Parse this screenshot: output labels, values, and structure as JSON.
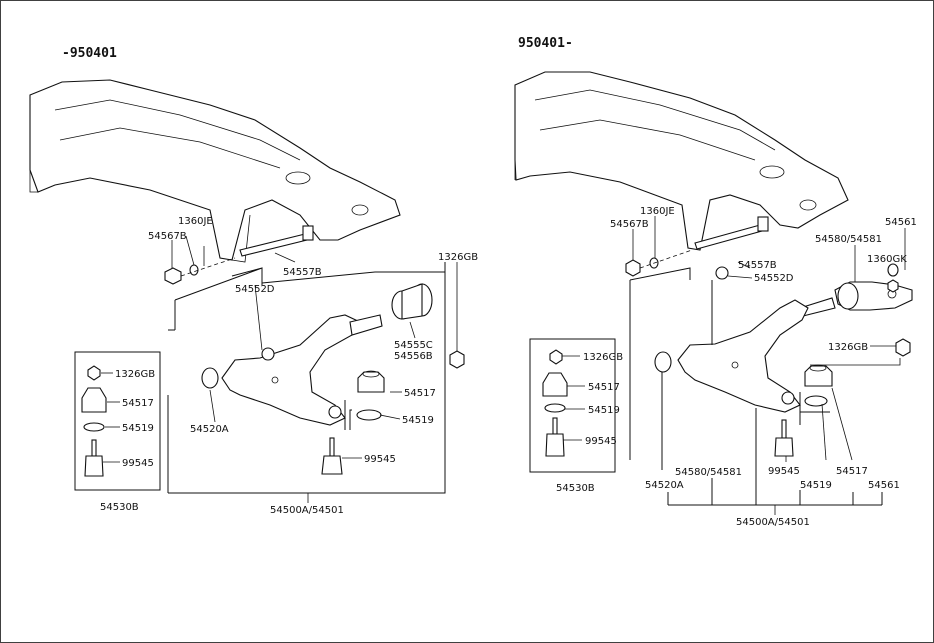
{
  "left": {
    "title": "-950401",
    "labels": {
      "l1360je": "1360JE",
      "l54567b": "54567B",
      "l54557b": "54557B",
      "l54552d": "54552D",
      "l1326gb_top": "1326GB",
      "l1326gb_box": "1326GB",
      "l54517_box": "54517",
      "l54519_box": "54519",
      "l99545_box": "99545",
      "l54530b": "54530B",
      "l54555c": "54555C",
      "l54556b": "54556B",
      "l54517": "54517",
      "l54519": "54519",
      "l54520a": "54520A",
      "l99545": "99545",
      "l54500a": "54500A/54501"
    }
  },
  "right": {
    "title": "950401-",
    "labels": {
      "l1360je": "1360JE",
      "l54567b": "54567B",
      "l54557b": "54557B",
      "l54552d": "54552D",
      "l54561_top": "54561",
      "l54580": "54580/54581",
      "l1360gk": "1360GK",
      "l1326gb": "1326GB",
      "l1326gb_box": "1326GB",
      "l54517_box": "54517",
      "l54519_box": "54519",
      "l99545_box": "99545",
      "l54530b": "54530B",
      "l54580_b": "54580/54581",
      "l54520a": "54520A",
      "l99545": "99545",
      "l54519": "54519",
      "l54517": "54517",
      "l54561": "54561",
      "l54500a": "54500A/54501"
    }
  },
  "colors": {
    "ink": "#111111",
    "background": "#ffffff"
  }
}
